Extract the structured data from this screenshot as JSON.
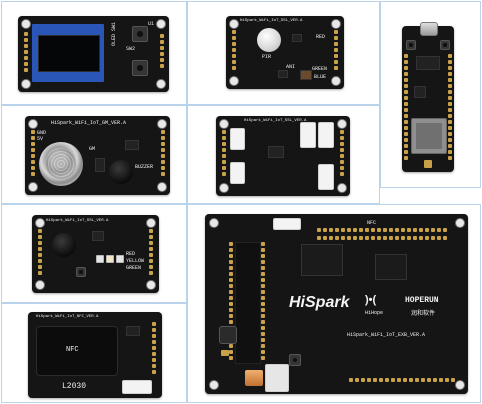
{
  "panels": {
    "oled": {
      "labels": [
        "OLED SW1",
        "SW2",
        "U1"
      ],
      "caption": ""
    },
    "pir": {
      "title": "HiSpark_WiFi_IoT_SSL_VER.A",
      "labels": [
        "PIR",
        "RED",
        "GREEN",
        "BLUE",
        "ANI"
      ]
    },
    "gas": {
      "title": "HiSpark_WiFi_IoT_GM_VER.A",
      "labels": [
        "GND",
        "5V",
        "GM",
        "BUZZER"
      ]
    },
    "conn": {
      "title": "HiSpark_WiFi_IoT_SSL_VER.A",
      "labels": []
    },
    "mod": {
      "labels": []
    },
    "traffic": {
      "title": "HiSpark_WiFi_IoT_SSL_VER.A",
      "labels": [
        "RED",
        "YELLOW",
        "GREEN"
      ]
    },
    "nfc": {
      "title": "HiSpark_WiFi_IoT_NFC_VER.A",
      "coil_label": "NFC",
      "model": "L2030"
    },
    "main": {
      "brand": "HiSpark",
      "sub_brand": "HiHope",
      "partner": "HOPERUN",
      "partner_sub": "润和软件",
      "title": "HiSpark_WiFi_IoT_EXB_VER.A",
      "nfc_tag": "NFC"
    }
  },
  "colors": {
    "pcb": "#151515",
    "oled_frame": "#2a56b8",
    "pins": "#c9a24a",
    "border": "#b9d3ea"
  }
}
